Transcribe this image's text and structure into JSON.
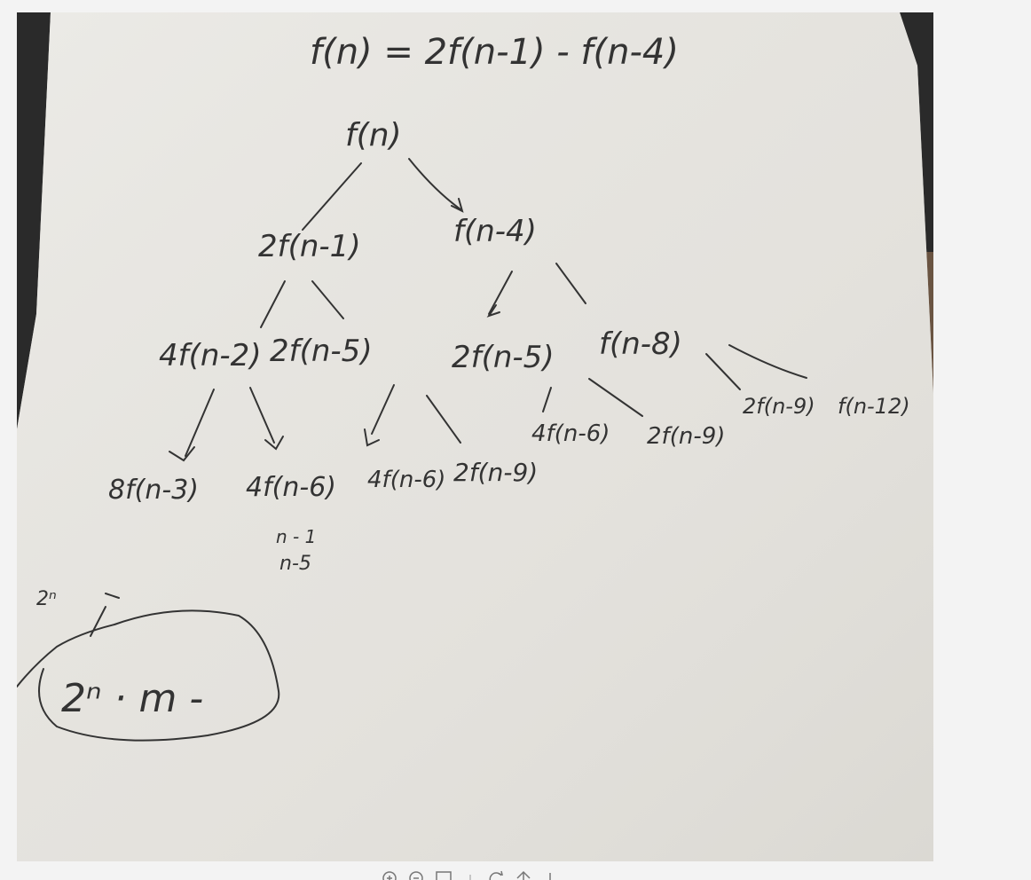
{
  "photo": {
    "notes": {
      "recurrence": "f(n) = 2f(n-1) - f(n-4)",
      "root": "f(n)",
      "level1": [
        "2f(n-1)",
        "f(n-4)"
      ],
      "level2": [
        "4f(n-2)",
        "2f(n-5)",
        "2f(n-5)",
        "f(n-8)"
      ],
      "level3": [
        "8f(n-3)",
        "4f(n-6)",
        "4f(n-6)",
        "2f(n-9)",
        "4f(n-6)",
        "2f(n-9)",
        "2f(n-9)",
        "f(n-12)"
      ],
      "side_note_1": "n - 1",
      "side_note_2": "n-5",
      "side_note_3": "2ⁿ",
      "result": "2ⁿ · m -"
    }
  },
  "toolbar": {
    "buttons": [
      {
        "icon": "zoom-in-icon"
      },
      {
        "icon": "zoom-out-icon"
      },
      {
        "icon": "fit-screen-icon"
      },
      {
        "icon": "rotate-icon"
      },
      {
        "icon": "download-icon"
      },
      {
        "icon": "more-icon"
      }
    ]
  },
  "colors": {
    "background": "#f3f3f3",
    "paper": "#e6e4df",
    "ink": "#333333",
    "table": "#2a2a2a"
  }
}
